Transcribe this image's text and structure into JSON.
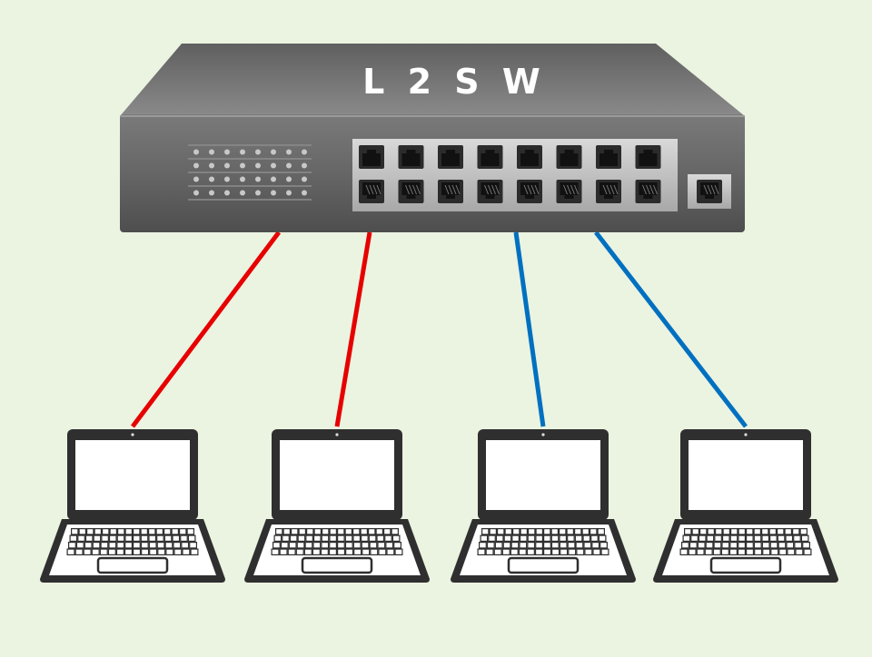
{
  "switch": {
    "label": "L 2 S W",
    "icon": "network-switch-icon",
    "front_ports_per_row": 8,
    "port_rows": 2,
    "uplink_ports": 1
  },
  "laptops": [
    {
      "icon": "laptop-icon",
      "cable_color": "#e60000"
    },
    {
      "icon": "laptop-icon",
      "cable_color": "#e60000"
    },
    {
      "icon": "laptop-icon",
      "cable_color": "#0070c0"
    },
    {
      "icon": "laptop-icon",
      "cable_color": "#0070c0"
    }
  ],
  "colors": {
    "background": "#ebf3e1",
    "switch_body": "#6b6b6b",
    "cable_red": "#e60000",
    "cable_blue": "#0070c0"
  }
}
